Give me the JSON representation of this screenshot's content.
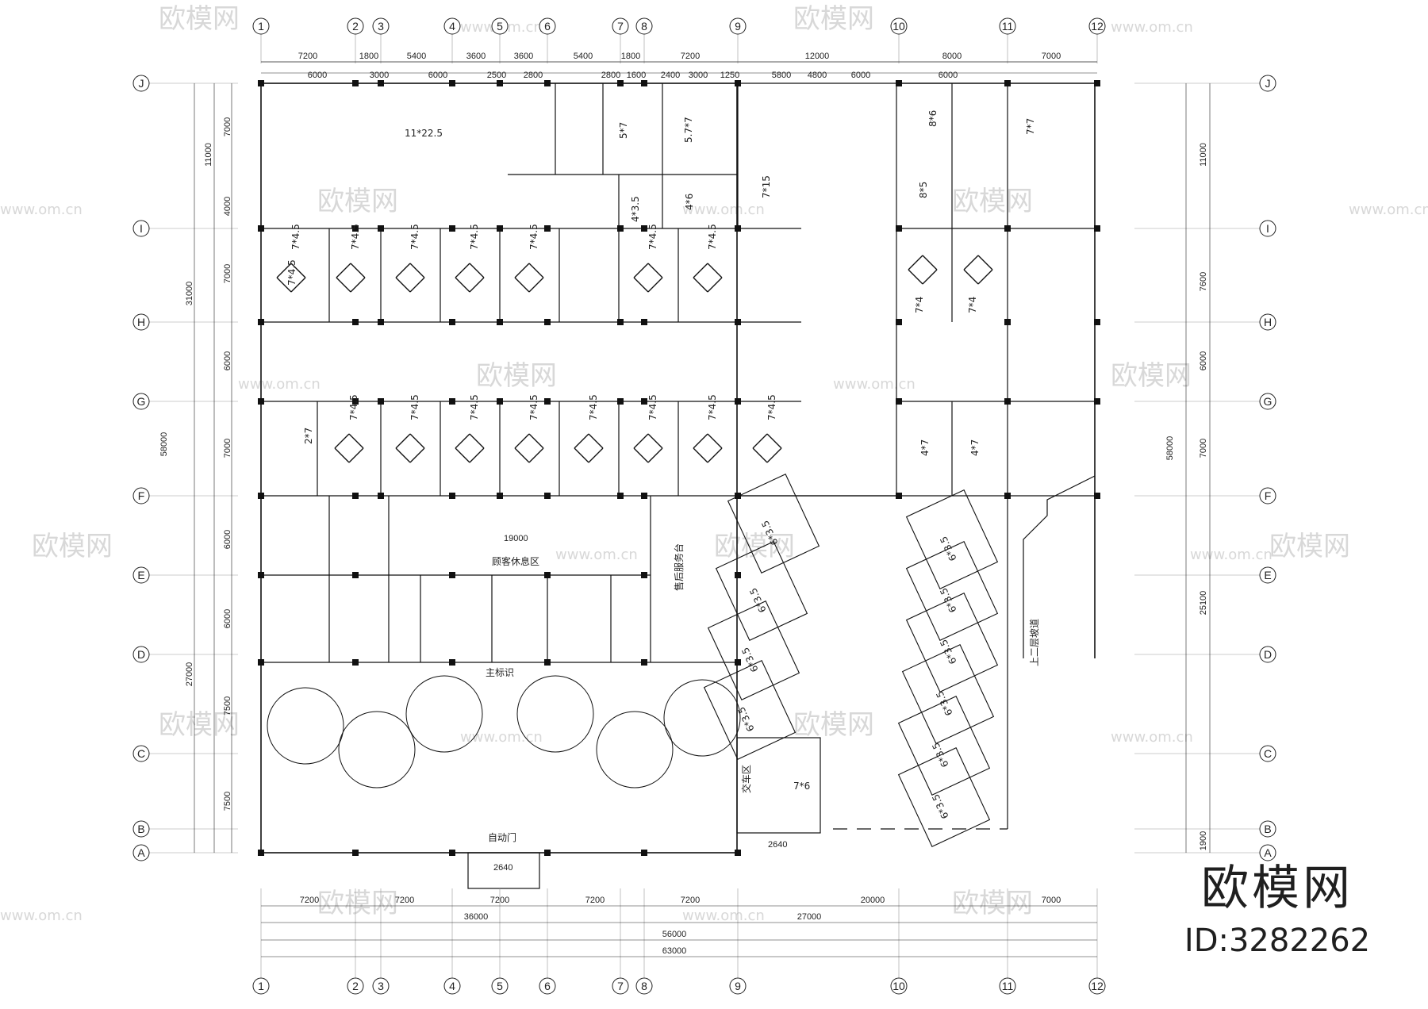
{
  "axes_numeric": [
    {
      "label": "1"
    },
    {
      "label": "2"
    },
    {
      "label": "3"
    },
    {
      "label": "4"
    },
    {
      "label": "5"
    },
    {
      "label": "6"
    },
    {
      "label": "7"
    },
    {
      "label": "8"
    },
    {
      "label": "9"
    },
    {
      "label": "10"
    },
    {
      "label": "11"
    },
    {
      "label": "12"
    }
  ],
  "axes_letter": [
    {
      "label": "J"
    },
    {
      "label": "I"
    },
    {
      "label": "H"
    },
    {
      "label": "G"
    },
    {
      "label": "F"
    },
    {
      "label": "E"
    },
    {
      "label": "D"
    },
    {
      "label": "C"
    },
    {
      "label": "B"
    },
    {
      "label": "A"
    }
  ],
  "top_dims": [
    "7200",
    "1800",
    "5400",
    "3600",
    "3600",
    "5400",
    "1800",
    "7200",
    "12000",
    "8000",
    "7000"
  ],
  "top_subdims": [
    "6000",
    "3000",
    "6000",
    "2500",
    "2800",
    "2800",
    "1600",
    "2400",
    "3000",
    "1250",
    "5800",
    "4800",
    "6000",
    "6000"
  ],
  "bottom_dims_row1": [
    "7200",
    "7200",
    "7200",
    "7200",
    "7200",
    "20000",
    "7000"
  ],
  "bottom_dims_row2": [
    "36000",
    "27000"
  ],
  "bottom_total_1": "56000",
  "bottom_total_2": "63000",
  "left_dims": [
    "7000",
    "4000",
    "7000",
    "6000",
    "7000",
    "6000",
    "6000",
    "7500",
    "7500"
  ],
  "left_group": [
    "11000",
    "31000",
    "58000",
    "27000"
  ],
  "right_dims": [
    "11000",
    "7600",
    "6000",
    "7000",
    "25100",
    "1900"
  ],
  "right_group": [
    "58000"
  ],
  "rooms": {
    "r1": "11*22.5",
    "r2": "5*7",
    "r3": "5.7*7",
    "r4": "4*3.5",
    "r5": "4*6",
    "r6": "7*15",
    "bay": "7*4.5",
    "bay_side": "7*4.5",
    "r_2x7": "2*7",
    "r_8x6": "8*6",
    "r_7x7": "7*7",
    "r_8x5": "8*5",
    "r_7x4a": "7*4",
    "r_7x4b": "7*4",
    "r_4x7a": "4*7",
    "r_4x7b": "4*7",
    "r_7x6": "7*6",
    "slant": "6*3.5",
    "lounge": "顾客休息区",
    "main_entrance": "主标识",
    "auto_door": "自动门",
    "ramp": "上二层坡道",
    "after_sales": "售后服务台",
    "delivery": "交车区",
    "dim_19000": "19000",
    "dim_2640a": "2640",
    "dim_2640b": "2640"
  },
  "watermark": {
    "text": "欧模网",
    "url": "www.om.cn"
  },
  "brand": {
    "name": "欧模网",
    "id": "ID:3282262"
  }
}
